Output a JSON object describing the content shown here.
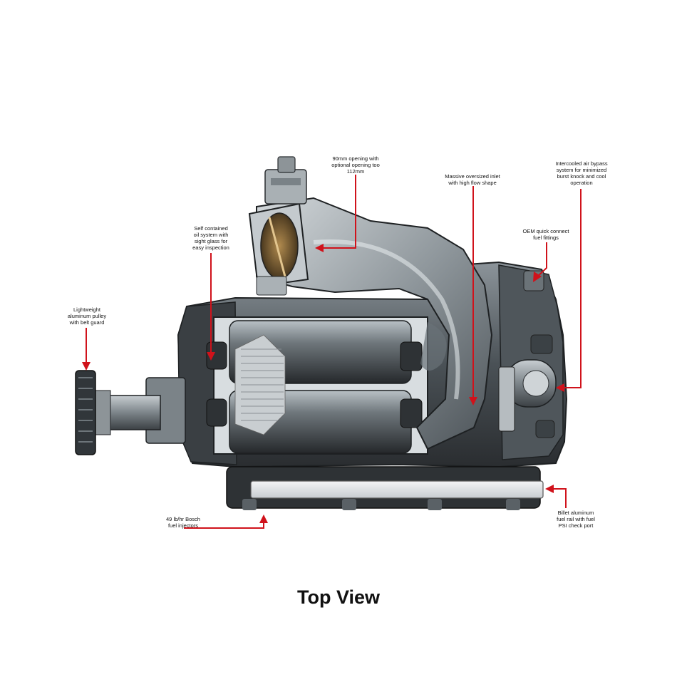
{
  "colors": {
    "accent_red": "#d0121b",
    "body_dark": "#2b2e31",
    "body_mid": "#5d6469",
    "body_light": "#aeb5ba",
    "rail": "#e6e8ea"
  },
  "callouts": {
    "pulley": "Lightweight\naluminum pulley\nwith belt guard",
    "oil_system": "Self contained\noil system with\nsight glass for\neasy inspection",
    "throttle_opening": "90mm opening with\noptional opening too\n112mm",
    "inlet": "Massive oversized inlet\nwith high flow shape",
    "bypass": "Intercooled air bypass\nsystem for minimized\nburst knock and cool\noperation",
    "fuel_fittings": "OEM quick connect\nfuel fittings",
    "injectors": "49 lb/hr Bosch\nfuel injectors",
    "fuel_rail": "Billet aluminum\nfuel rail with fuel\nPSI check port"
  },
  "caption": "Top View"
}
